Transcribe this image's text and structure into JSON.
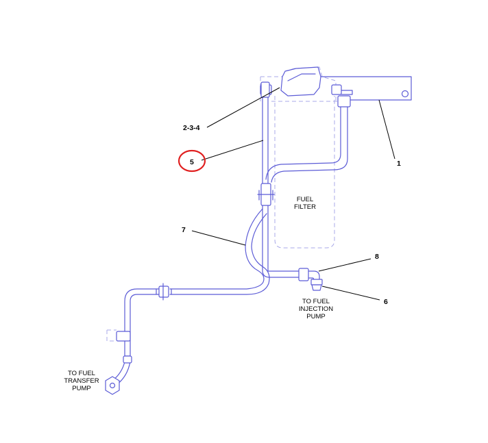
{
  "colors": {
    "part_line": "#5b5bd6",
    "hidden_line": "#a8a8e8",
    "leader_line": "#000000",
    "highlight_circle": "#e02020"
  },
  "labels": {
    "fuel_filter": [
      "FUEL",
      "FILTER"
    ],
    "to_injection_pump": [
      "TO FUEL",
      "INJECTION",
      "PUMP"
    ],
    "to_transfer_pump": [
      "TO FUEL",
      "TRANSFER",
      "PUMP"
    ]
  },
  "callouts": {
    "c1": "1",
    "c234": "2-3-4",
    "c5": "5",
    "c6": "6",
    "c7": "7",
    "c8": "8"
  },
  "highlighted_callout": "5"
}
